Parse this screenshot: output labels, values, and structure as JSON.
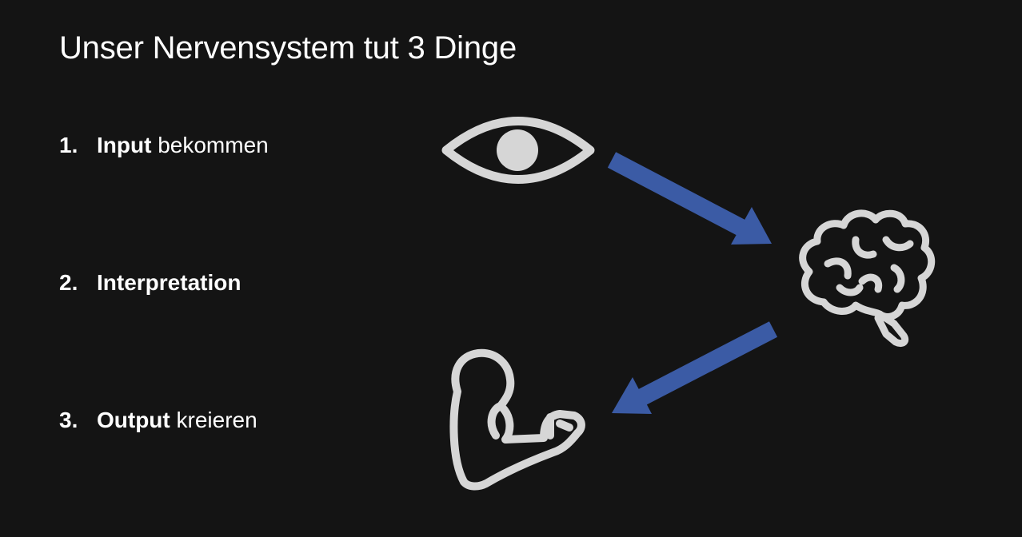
{
  "title": "Unser Nervensystem tut 3 Dinge",
  "items": [
    {
      "number": "1.",
      "bold": "Input",
      "rest": " bekommen"
    },
    {
      "number": "2.",
      "bold": "Interpretation",
      "rest": ""
    },
    {
      "number": "3.",
      "bold": "Output",
      "rest": " kreieren"
    }
  ],
  "icons": {
    "eye": "eye-icon",
    "brain": "brain-icon",
    "arm": "flexed-arm-icon"
  },
  "colors": {
    "background": "#141414",
    "text": "#ffffff",
    "icon": "#d6d6d6",
    "arrow": "#3b5ba5"
  }
}
